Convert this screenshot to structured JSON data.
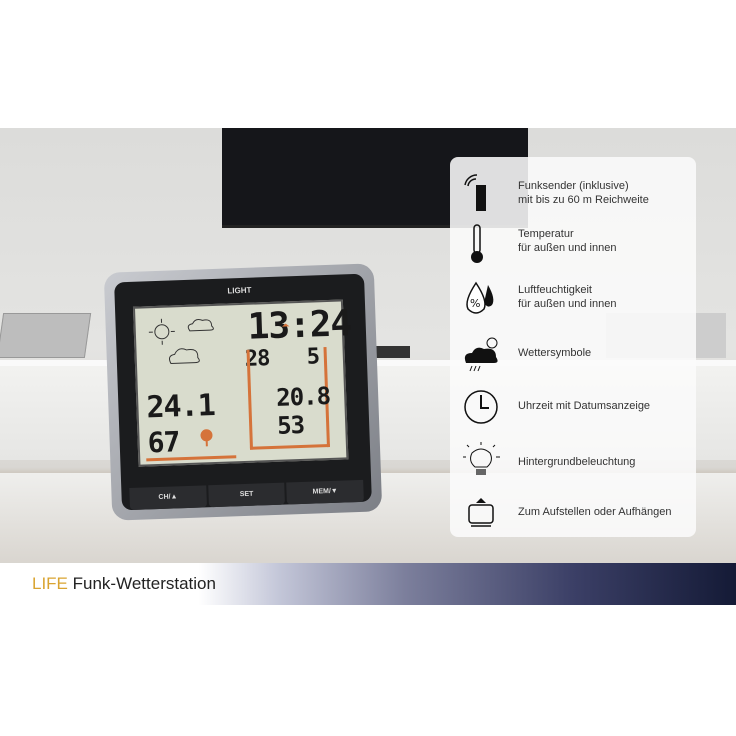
{
  "device": {
    "light_label": "LIGHT",
    "time": "13:24",
    "date_day": "28",
    "date_month": "5",
    "outdoor_temp": "24.1",
    "outdoor_humidity": "67",
    "indoor_temp": "20.8",
    "indoor_humidity": "53",
    "buttons": [
      "CH/▲",
      "SET",
      "MEM/▼"
    ]
  },
  "features": [
    {
      "icon": "radio-transmitter-icon",
      "line1": "Funksender (inklusive)",
      "line2": "mit bis zu 60 m Reichweite"
    },
    {
      "icon": "thermometer-icon",
      "line1": "Temperatur",
      "line2": "für außen und innen"
    },
    {
      "icon": "humidity-drops-icon",
      "line1": "Luftfeuchtigkeit",
      "line2": "für außen und innen"
    },
    {
      "icon": "weather-cloud-icon",
      "line1": "Wettersymbole",
      "line2": ""
    },
    {
      "icon": "clock-icon",
      "line1": "Uhrzeit mit Datumsanzeige",
      "line2": ""
    },
    {
      "icon": "light-bulb-icon",
      "line1": "Hintergrundbeleuchtung",
      "line2": ""
    },
    {
      "icon": "stand-hang-icon",
      "line1": "Zum Aufstellen oder Aufhängen",
      "line2": ""
    }
  ],
  "banner": {
    "brand": "LIFE",
    "product": "Funk-Wetterstation"
  },
  "colors": {
    "brand_gold": "#d9a431",
    "lcd_orange": "#d5733a",
    "banner_navy": "#141a36"
  }
}
